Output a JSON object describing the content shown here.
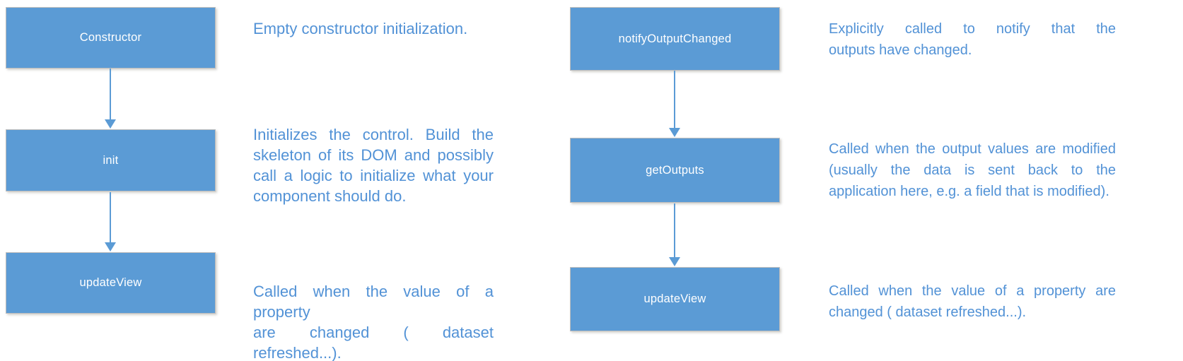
{
  "colors": {
    "accent": "#5b9bd5",
    "desc-text": "#5292d6",
    "box-border": "#bdbdbd",
    "box-label": "#ffffff",
    "background": "#ffffff"
  },
  "diagram": {
    "columns": [
      {
        "name": "component-lifecycle-left",
        "steps": [
          {
            "box": "Constructor",
            "description_lines": [
              "Empty constructor initialization."
            ]
          },
          {
            "box": "init",
            "description_lines": [
              "Initializes the control. Build the",
              "skeleton of its DOM and possibly",
              "call a logic to initialize what your",
              "component should do."
            ]
          },
          {
            "box": "updateView",
            "description_lines": [
              "Called when the value of a property",
              "are changed ( dataset refreshed...)."
            ]
          }
        ]
      },
      {
        "name": "component-lifecycle-right",
        "steps": [
          {
            "box": "notifyOutputChanged",
            "description_lines": [
              "Explicitly called to notify that the",
              "outputs have changed."
            ]
          },
          {
            "box": "getOutputs",
            "description_lines": [
              "Called when the output values are modified",
              "(usually the data is sent back to the",
              "application here, e.g. a field that is modified)."
            ]
          },
          {
            "box": "updateView",
            "description_lines": [
              "Called when the value of a property are",
              "changed ( dataset refreshed...)."
            ]
          }
        ]
      }
    ]
  }
}
